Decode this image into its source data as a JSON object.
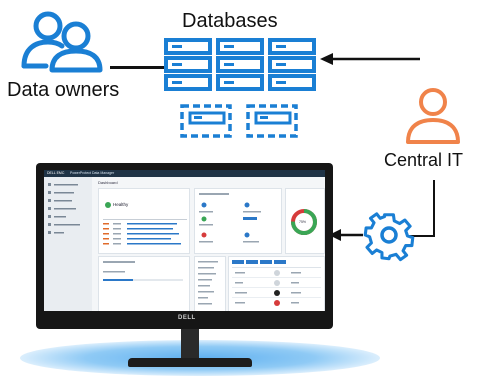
{
  "diagram": {
    "databases_label": "Databases",
    "data_owners_label": "Data owners",
    "central_it_label": "Central IT",
    "colors": {
      "db_blue": "#1a7fd4",
      "people_blue": "#1a7fd4",
      "central_it_orange": "#f0834a",
      "arrow": "#111111",
      "gear_blue": "#1a7fd4"
    }
  },
  "monitor": {
    "logo": "DELL",
    "header_brand": "DELL EMC",
    "header_title": "PowerProtect Data Manager",
    "page_title": "Dashboard",
    "health_label": "Healthy",
    "donut_value": "75%"
  }
}
